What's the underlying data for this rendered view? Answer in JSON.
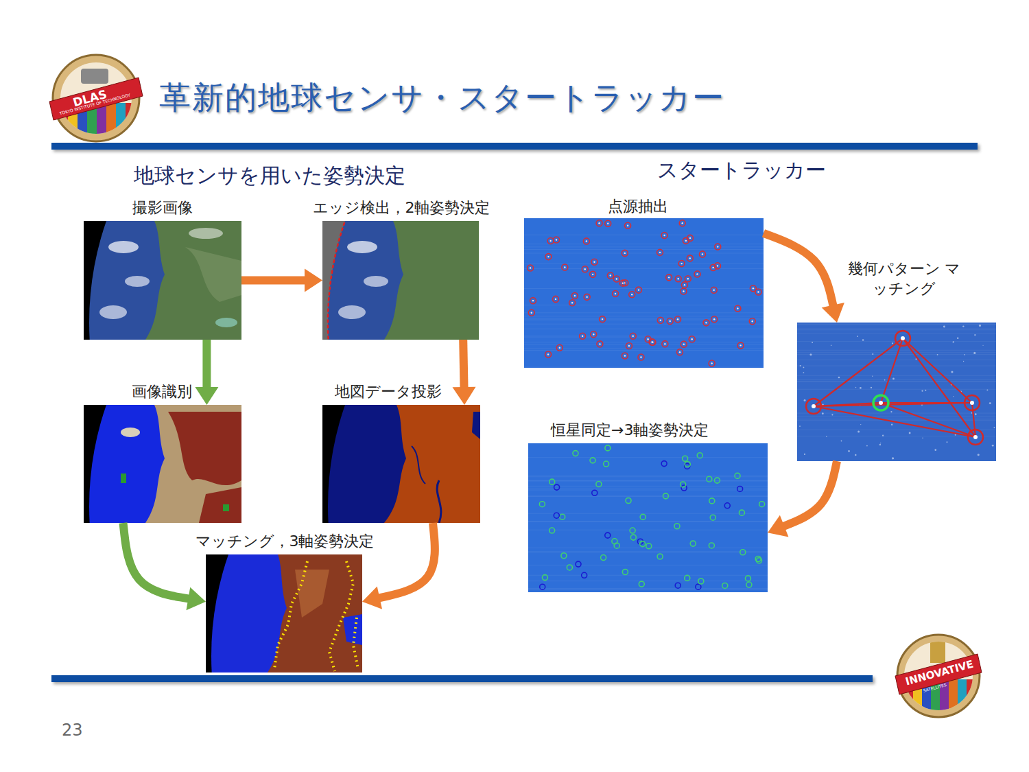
{
  "diagram": {
    "title": "革新的地球センサ・スタートラッカー",
    "nodes": [
      {
        "text": [
          "撮影画像"
        ]
      },
      {
        "text": [
          "エッジ検出，2軸姿勢決定"
        ]
      },
      {
        "text": [
          "画像識別"
        ]
      },
      {
        "text": [
          "地図データ投影"
        ]
      },
      {
        "text": [
          "マッチング，3軸姿勢決定"
        ]
      },
      {
        "text": [
          "点源抽出"
        ]
      },
      {
        "text": [
          "幾何パターン マッチング"
        ]
      },
      {
        "text": [
          "恒星同定→3軸姿勢決定"
        ]
      }
    ],
    "edges": [
      {
        "from": 0,
        "to": 1,
        "arrow": "to"
      },
      {
        "from": 0,
        "to": 2,
        "arrow": "to"
      },
      {
        "from": 1,
        "to": 3,
        "arrow": "to"
      },
      {
        "from": 2,
        "to": 4,
        "arrow": "to"
      },
      {
        "from": 3,
        "to": 4,
        "arrow": "to"
      },
      {
        "from": 5,
        "to": 6,
        "arrow": "to"
      },
      {
        "from": 6,
        "to": 7,
        "arrow": "to"
      }
    ],
    "labels": [
      "地球センサを用いた姿勢決定",
      "スタートラッカー",
      "23",
      "DLAS",
      "TOKYO INSTITUTE OF TECHNOLOGY",
      "INNOVATIVE",
      "SATELLITES"
    ]
  }
}
